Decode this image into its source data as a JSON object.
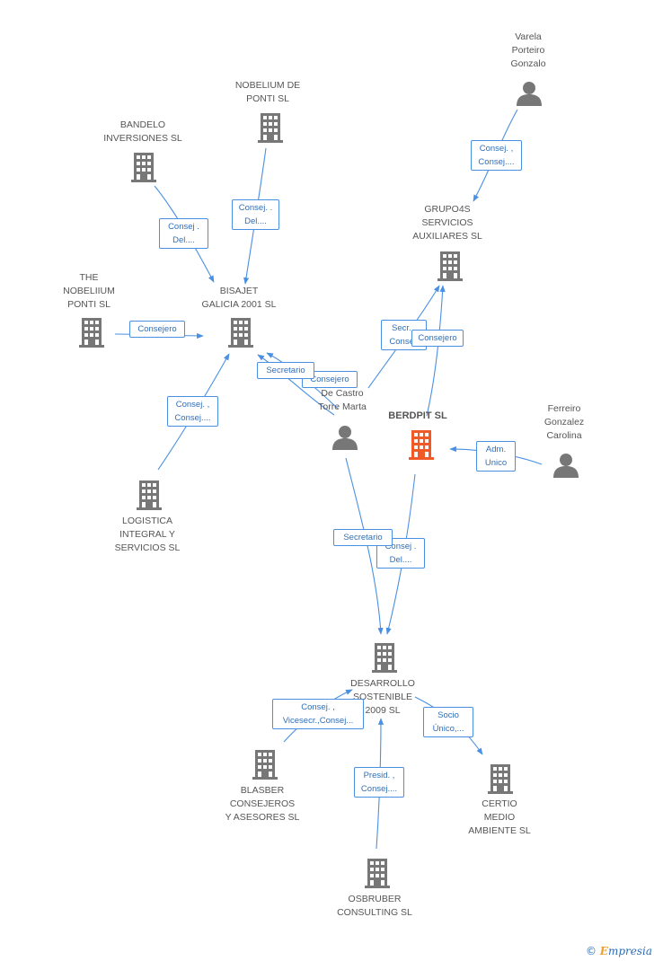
{
  "nodes": {
    "varela": "Varela\nPorteiro\nGonzalo",
    "nobelium_de_ponti": "NOBELIUM DE\nPONTI SL",
    "bandelo": "BANDELO\nINVERSIONES SL",
    "grupo4s": "GRUPO4S\nSERVICIOS\nAUXILIARES  SL",
    "nobeliium_ponti": "THE\nNOBELIIUM\nPONTI  SL",
    "bisajet": "BISAJET\nGALICIA 2001 SL",
    "de_castro": "De Castro\nTorre Marta",
    "berdpit": "BERDPIT SL",
    "ferreiro": "Ferreiro\nGonzalez\nCarolina",
    "logistica": "LOGISTICA\nINTEGRAL Y\nSERVICIOS SL",
    "desarrollo": "DESARROLLO\nSOSTENIBLE\n2009 SL",
    "blasber": "BLASBER\nCONSEJEROS\nY ASESORES SL",
    "certio": "CERTIO\nMEDIO\nAMBIENTE  SL",
    "osbruber": "OSBRUBER\nCONSULTING  SL"
  },
  "edge_labels": {
    "varela_grupo4s": "Consej. ,\nConsej....",
    "nobelium_bisajet": "Consej. .\nDel....",
    "bandelo_bisajet": "Consej .\nDel....",
    "nobeliium_bisajet": "Consejero",
    "decastro_bisajet_secretario": "Secretario",
    "decastro_bisajet_consejero": "Consejero",
    "decastro_grupo4s": "Secr. ,\nConsej.",
    "berdpit_grupo4s": "Consejero",
    "logistica_bisajet": "Consej. ,\nConsej....",
    "ferreiro_berdpit": "Adm.\nUnico",
    "decastro_desarrollo": "Secretario",
    "berdpit_desarrollo": "Consej .\nDel....",
    "blasber_desarrollo": "Consej. ,\nVicesecr.,Consej...",
    "desarrollo_certio": "Socio\nÚnico,...",
    "osbruber_desarrollo": "Presid. ,\nConsej...."
  },
  "colors": {
    "edge": "#4a90e2",
    "company_icon": "#777777",
    "focus_icon": "#f05a28",
    "person_icon": "#777777"
  },
  "icons": {
    "company": "building-icon",
    "person": "person-icon"
  },
  "footer": {
    "copyright": "©",
    "brand_e": "E",
    "brand_rest": "mpresia"
  }
}
